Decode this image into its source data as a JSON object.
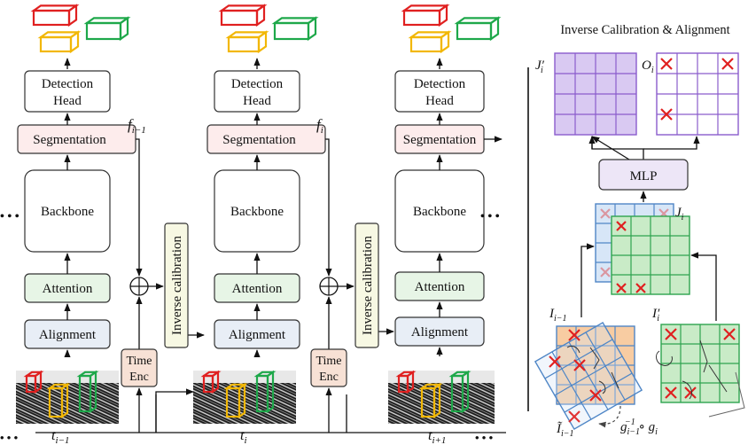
{
  "right_panel": {
    "title": "Inverse Calibration & Alignment",
    "grid_jprime_label": "J′",
    "grid_jprime_sub": "i",
    "grid_o_label": "O",
    "grid_o_sub": "i",
    "mlp_label": "MLP",
    "grid_j_label": "J",
    "grid_j_sub": "i",
    "i_prev_label": "I",
    "i_prev_sub": "i−1",
    "i_prime_label": "I′",
    "i_prime_sub": "i",
    "i_tilde_label": "Ĩ",
    "i_tilde_sub": "i−1",
    "transform_label": "g",
    "transform_sub": "i−1",
    "transform_sup": "−1",
    "transform_tail": " ∘ g",
    "transform_tail_sub": "i"
  },
  "pipeline": {
    "detection_head_line1": "Detection",
    "detection_head_line2": "Head",
    "segmentation": "Segmentation",
    "backbone": "Backbone",
    "attention": "Attention",
    "alignment": "Alignment",
    "time_enc_line1": "Time",
    "time_enc_line2": "Enc",
    "inverse_calibration": "Inverse calibration",
    "dots": "• • •",
    "f_prev": "f",
    "f_prev_sub": "i−1",
    "f_cur": "f",
    "f_cur_sub": "i",
    "t_prev": "t",
    "t_prev_sub": "i−1",
    "t_cur": "t",
    "t_cur_sub": "i",
    "t_next": "t",
    "t_next_sub": "i+1",
    "plus_symbol": "+"
  },
  "colors": {
    "detection_head": "#ffffff",
    "segmentation": "#fdecec",
    "attention": "#e7f5e6",
    "alignment": "#e8eef6",
    "time_enc": "#f7e1d5",
    "inverse_calibration": "#f7f8e3",
    "mlp": "#ede6f7",
    "grid_purple_fill": "#d9c9f2",
    "grid_purple_stroke": "#8a5ccc",
    "grid_green_fill": "#c9ebc7",
    "grid_green_stroke": "#2ea44f",
    "grid_blue_fill": "#d7e6f7",
    "grid_blue_stroke": "#4f86c6",
    "grid_orange_fill": "#f8cca2",
    "red_x": "#e02020",
    "box_red": "#e02020",
    "box_yellow": "#f2b705",
    "box_green": "#1ea84a"
  }
}
